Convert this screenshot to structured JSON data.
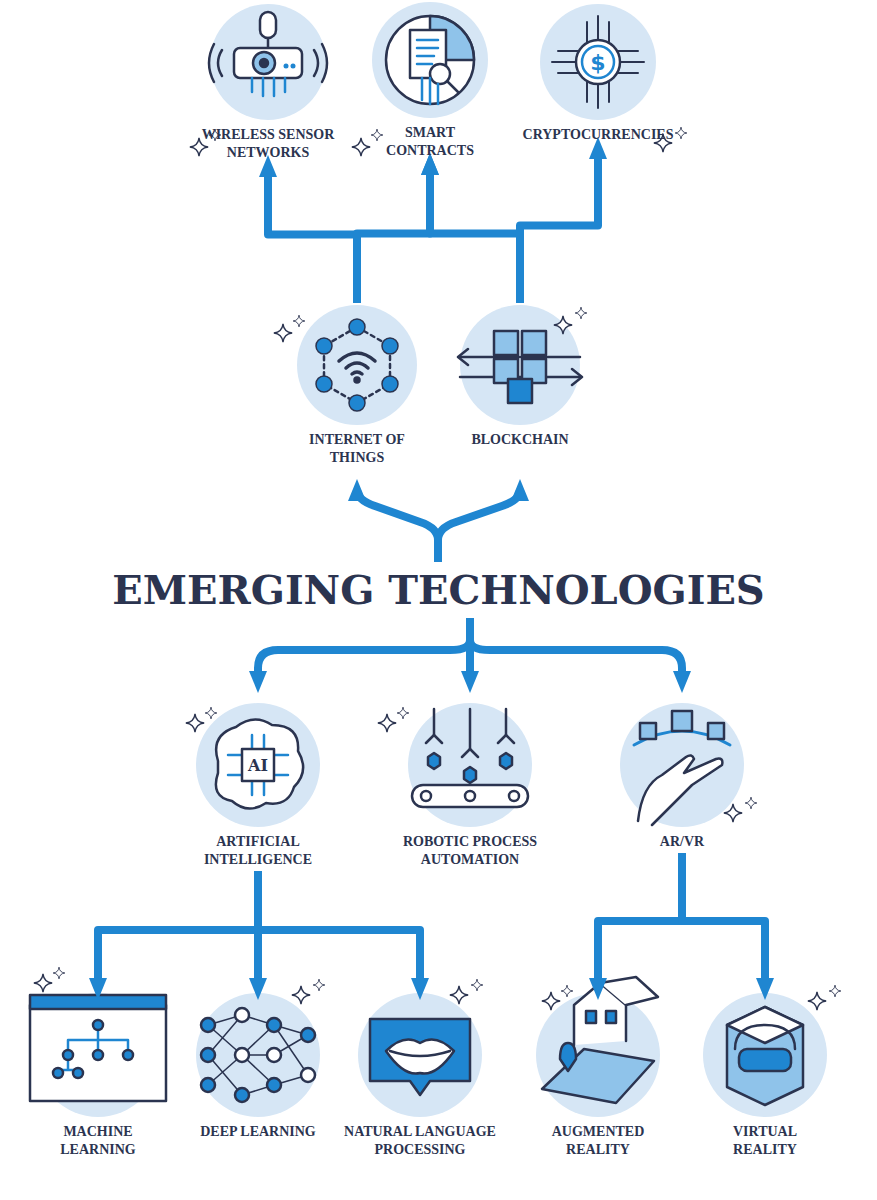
{
  "diagram": {
    "title": "EMERGING TECHNOLOGIES",
    "nodes": [
      {
        "text": [
          "WIRELESS SENSOR NETWORKS"
        ]
      },
      {
        "text": [
          "SMART CONTRACTS"
        ]
      },
      {
        "text": [
          "CRYPTOCURRENCIES"
        ]
      },
      {
        "text": [
          "INTERNET OF THINGS"
        ]
      },
      {
        "text": [
          "BLOCKCHAIN"
        ]
      },
      {
        "text": [
          "ARTIFICIAL INTELLIGENCE"
        ]
      },
      {
        "text": [
          "ROBOTIC PROCESS AUTOMATION"
        ]
      },
      {
        "text": [
          "AR/VR"
        ]
      },
      {
        "text": [
          "MACHINE LEARNING"
        ]
      },
      {
        "text": [
          "DEEP LEARNING"
        ]
      },
      {
        "text": [
          "NATURAL LANGUAGE PROCESSING"
        ]
      },
      {
        "text": [
          "AUGMENTED REALITY"
        ]
      },
      {
        "text": [
          "VIRTUAL REALITY"
        ]
      }
    ],
    "edges": [
      {
        "from": 3,
        "to": 0,
        "arrow": "to"
      },
      {
        "from": 3,
        "to": 1,
        "arrow": "to"
      },
      {
        "from": 4,
        "to": 1,
        "arrow": "to"
      },
      {
        "from": 4,
        "to": 2,
        "arrow": "to"
      },
      {
        "from": 5,
        "to": 8,
        "arrow": "to"
      },
      {
        "from": 5,
        "to": 9,
        "arrow": "to"
      },
      {
        "from": 5,
        "to": 10,
        "arrow": "to"
      },
      {
        "from": 7,
        "to": 11,
        "arrow": "to"
      },
      {
        "from": 7,
        "to": 12,
        "arrow": "to"
      }
    ]
  }
}
